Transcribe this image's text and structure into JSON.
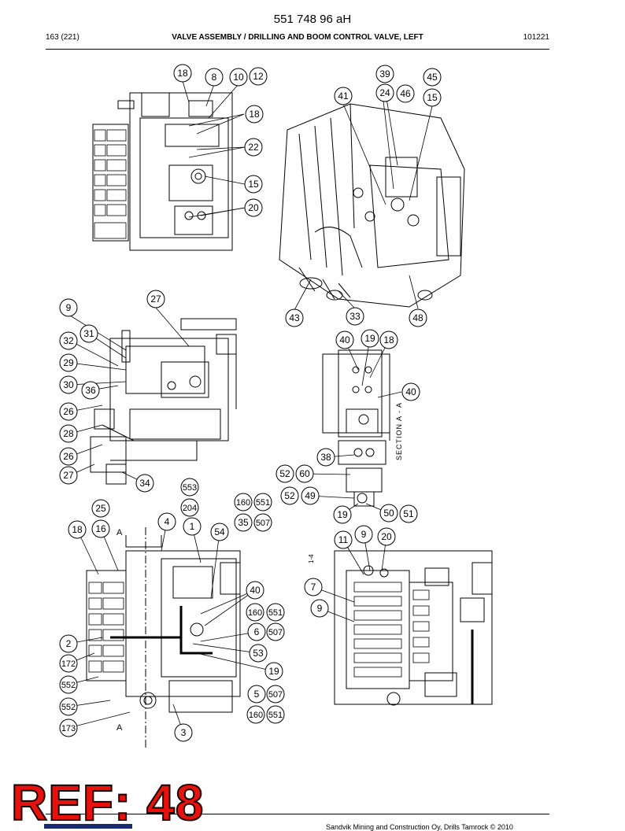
{
  "header": {
    "doc_number": "551 748 96 aH",
    "page": "163 (221)",
    "title": "VALVE ASSEMBLY / DRILLING AND BOOM CONTROL VALVE, LEFT",
    "code": "101221"
  },
  "footer": {
    "ref_label": "REF: 48",
    "copyright": "Sandvik Mining and Construction Oy, Drills Tamrock © 2010",
    "logo": "sandvik-logo"
  },
  "section_labels": [
    "SECTION A - A",
    "A",
    "A"
  ],
  "callouts": [
    "18",
    "8",
    "10",
    "12",
    "18",
    "22",
    "15",
    "20",
    "39",
    "45",
    "41",
    "24",
    "46",
    "15",
    "43",
    "33",
    "48",
    "27",
    "9",
    "31",
    "32",
    "29",
    "30",
    "36",
    "26",
    "28",
    "26",
    "27",
    "34",
    "40",
    "19",
    "18",
    "40",
    "38",
    "52",
    "60",
    "52",
    "49",
    "19",
    "50",
    "51",
    "553",
    "204",
    "25",
    "18",
    "16",
    "4",
    "1",
    "160",
    "551",
    "35",
    "507",
    "54",
    "40",
    "160",
    "551",
    "6",
    "507",
    "53",
    "19",
    "5",
    "507",
    "160",
    "551",
    "2",
    "172",
    "552",
    "552",
    "173",
    "3",
    "11",
    "9",
    "20",
    "7",
    "9"
  ]
}
